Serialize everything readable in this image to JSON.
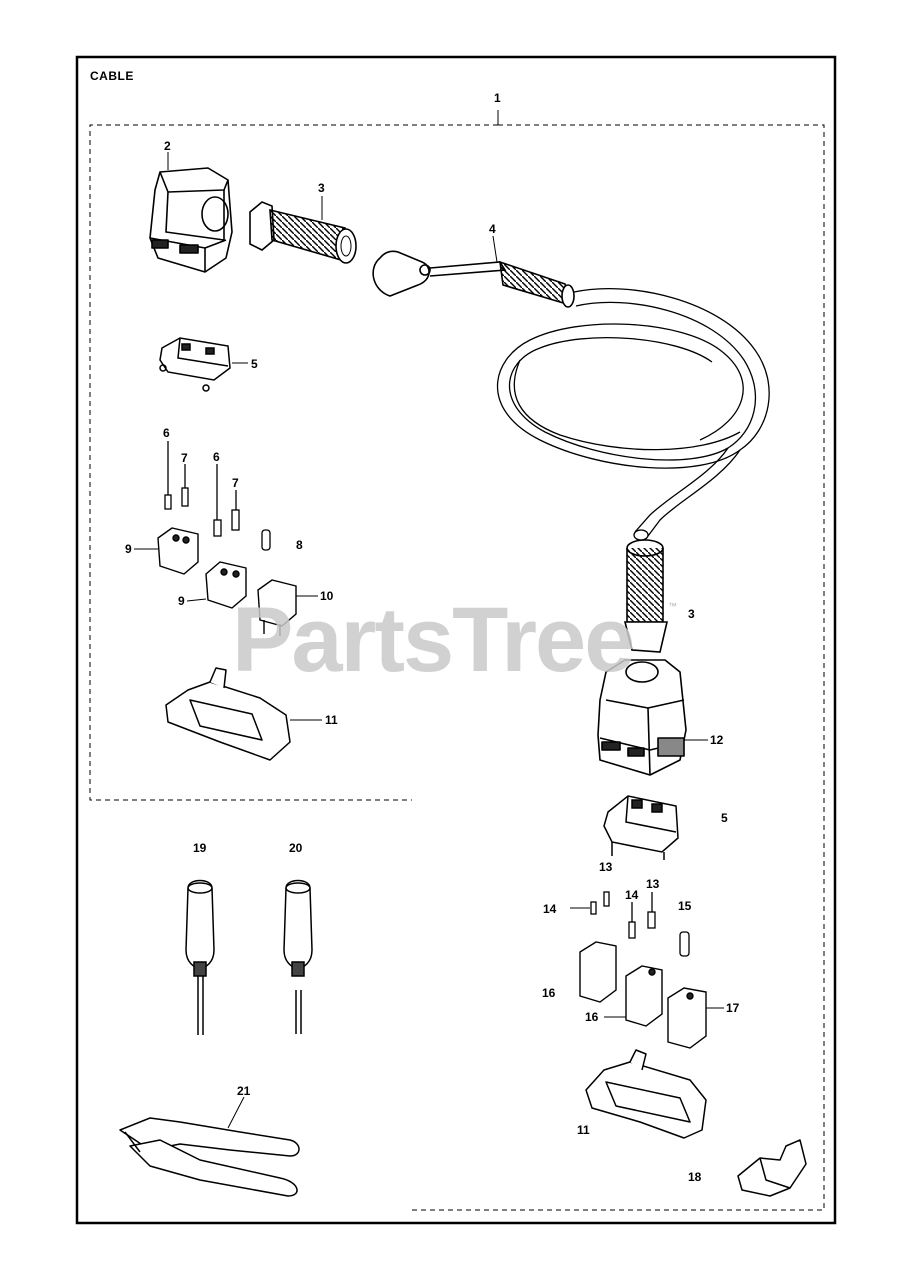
{
  "title": "CABLE",
  "watermark": {
    "brand": "PartsTree",
    "trademark": "™"
  },
  "callouts": [
    {
      "id": "c1",
      "label": "1"
    },
    {
      "id": "c2",
      "label": "2"
    },
    {
      "id": "c3a",
      "label": "3"
    },
    {
      "id": "c4",
      "label": "4"
    },
    {
      "id": "c5a",
      "label": "5"
    },
    {
      "id": "c6a",
      "label": "6"
    },
    {
      "id": "c7a",
      "label": "7"
    },
    {
      "id": "c6b",
      "label": "6"
    },
    {
      "id": "c7b",
      "label": "7"
    },
    {
      "id": "c8",
      "label": "8"
    },
    {
      "id": "c9a",
      "label": "9"
    },
    {
      "id": "c9b",
      "label": "9"
    },
    {
      "id": "c10",
      "label": "10"
    },
    {
      "id": "c11a",
      "label": "11"
    },
    {
      "id": "c3b",
      "label": "3"
    },
    {
      "id": "c12",
      "label": "12"
    },
    {
      "id": "c5b",
      "label": "5"
    },
    {
      "id": "c13a",
      "label": "13"
    },
    {
      "id": "c19",
      "label": "19"
    },
    {
      "id": "c20",
      "label": "20"
    },
    {
      "id": "c14a",
      "label": "14"
    },
    {
      "id": "c14b",
      "label": "14"
    },
    {
      "id": "c13b",
      "label": "13"
    },
    {
      "id": "c15",
      "label": "15"
    },
    {
      "id": "c16a",
      "label": "16"
    },
    {
      "id": "c16b",
      "label": "16"
    },
    {
      "id": "c17",
      "label": "17"
    },
    {
      "id": "c21",
      "label": "21"
    },
    {
      "id": "c11b",
      "label": "11"
    },
    {
      "id": "c18",
      "label": "18"
    }
  ]
}
